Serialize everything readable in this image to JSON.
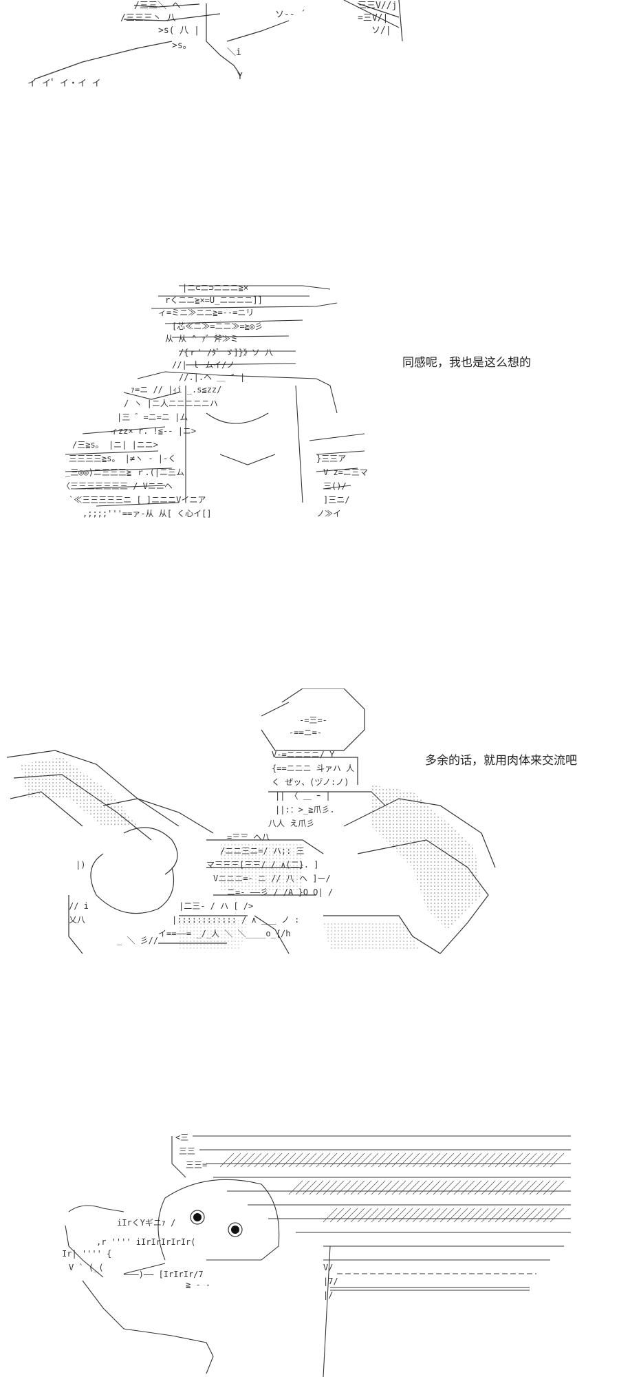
{
  "panels": [
    {
      "id": "panel-1",
      "dialogue": ""
    },
    {
      "id": "panel-2",
      "dialogue": "同感呢，我也是这么想的"
    },
    {
      "id": "panel-3",
      "dialogue": "多余的话，就用肉体来交流吧"
    },
    {
      "id": "panel-4",
      "dialogue": ""
    }
  ],
  "colors": {
    "ink": "#333333",
    "background": "#ffffff"
  }
}
